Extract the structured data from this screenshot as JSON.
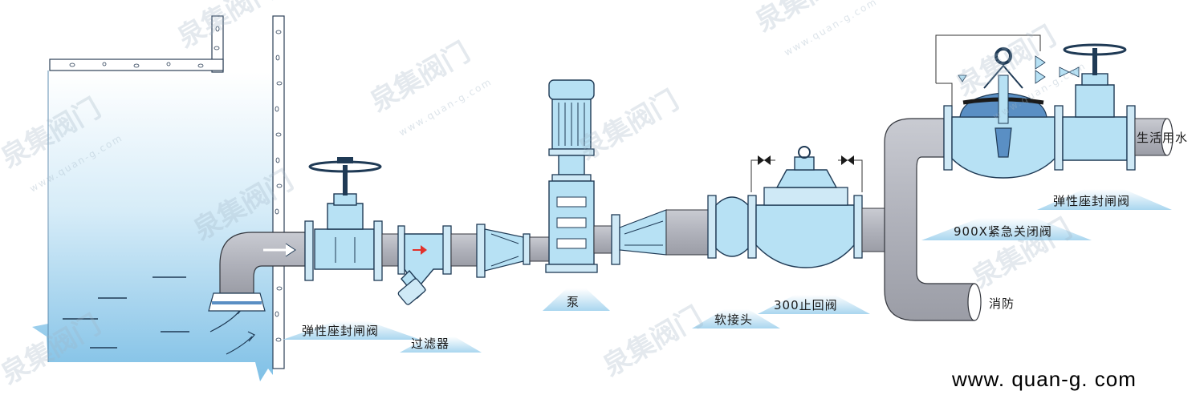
{
  "labels": {
    "gate_valve_1": "弹性座封闸阀",
    "filter": "过滤器",
    "pump": "泵",
    "soft_joint": "软接头",
    "check_valve": "300止回阀",
    "emergency_valve": "900X紧急关闭阀",
    "gate_valve_2": "弹性座封闸阀",
    "domestic_water": "生活用水",
    "fire": "消防"
  },
  "website": "www. quan-g. com",
  "watermarks": {
    "brand": "泉集阀门",
    "url": "www.quan-g.com"
  },
  "colors": {
    "water": "#a9d6ef",
    "valve_body": "#b7e1f4",
    "valve_dark": "#5a8fc4",
    "pipe": "#b4b6bf",
    "label_triangle": "#a9d6ef",
    "flow_arrow": "#e2312b"
  }
}
